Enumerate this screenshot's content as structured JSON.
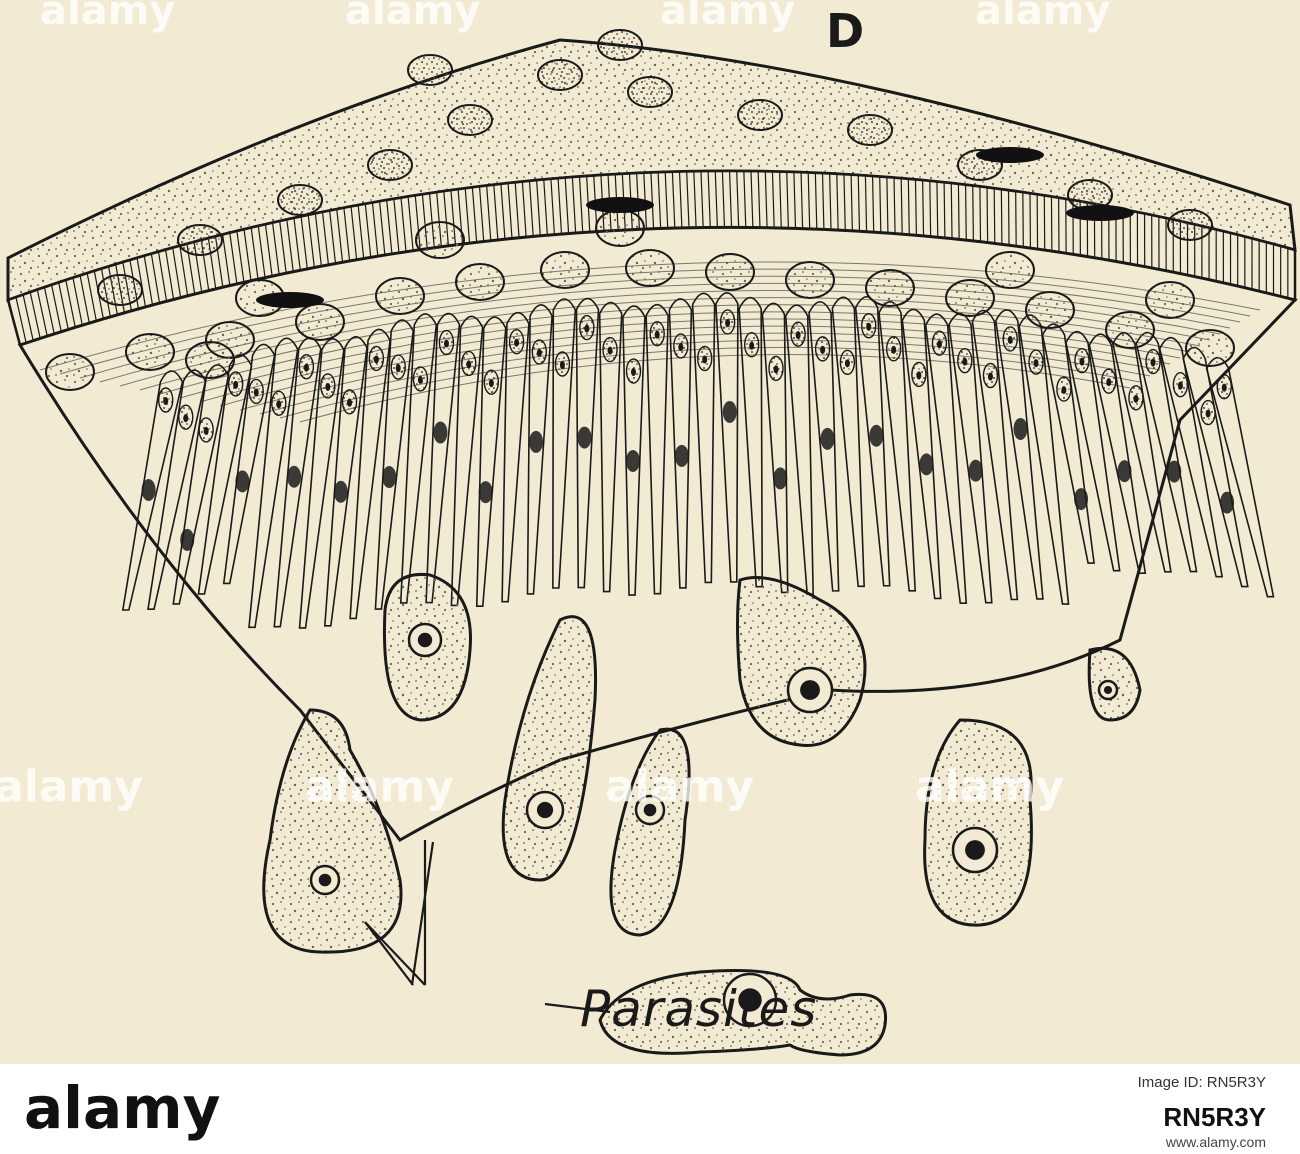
{
  "figure": {
    "panel_letter": "D",
    "callout_label": "Parasites",
    "colors": {
      "paper": "#f2ead2",
      "ink": "#1a1a1a",
      "stipple": "#6b6456"
    }
  },
  "watermark": {
    "text": "alamy",
    "color": "#ffffff"
  },
  "banner": {
    "logo": "alamy",
    "id_line": "Image ID: RN5R3Y",
    "code": "RN5R3Y",
    "url": "www.alamy.com"
  }
}
